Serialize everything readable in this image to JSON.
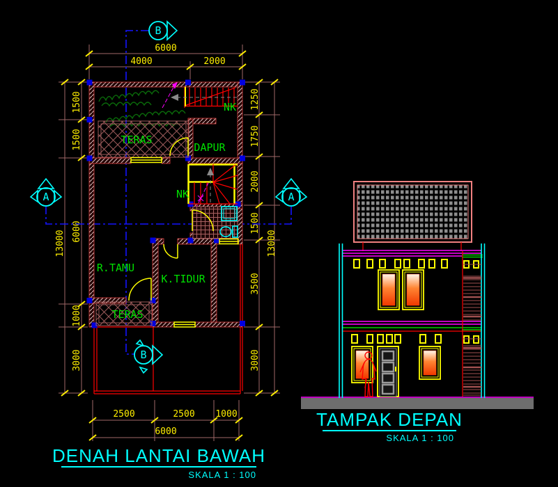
{
  "plan": {
    "title": "DENAH LANTAI BAWAH",
    "scale_label": "SKALA 1 : 100",
    "rooms": {
      "teras_top": "TERAS",
      "dapur": "DAPUR",
      "nk_top": "NK",
      "nk_mid": "NK",
      "r_tamu": "R.TAMU",
      "k_tidur": "K.TIDUR",
      "teras_bottom": "TERAS"
    },
    "markers": {
      "a_left": "A",
      "a_right": "A",
      "b_top": "B",
      "b_bottom": "B"
    },
    "dims": {
      "top_total": "6000",
      "top": [
        "4000",
        "2000"
      ],
      "left": [
        "1500",
        "1500",
        "6000",
        "1000",
        "3000"
      ],
      "left_total": "13000",
      "right": [
        "1250",
        "1750",
        "2000",
        "1500",
        "3500",
        "3000"
      ],
      "right_total": "13000",
      "bottom": [
        "2500",
        "2500",
        "1000"
      ],
      "bottom_total": "6000"
    }
  },
  "elevation": {
    "title": "TAMPAK DEPAN",
    "scale_label": "SKALA 1 : 100"
  },
  "colors": {
    "background": "#000000",
    "dimension_line": "#a06868",
    "dimension_text": "#ffef00",
    "room_text": "#00e000",
    "title_text": "#00ffff",
    "section_line": "#1414ff",
    "wall_red": "#ff0000",
    "opening_yellow": "#ffff00",
    "stair_cut_magenta": "#ff00ff",
    "roof_edge": "#f08080",
    "roof_tile": "#8e8e8e",
    "ground_gray": "#6e6e6e",
    "glass_orange": "#f03800",
    "louvre_brown": "#a05050",
    "elevation_green": "#00d000"
  }
}
